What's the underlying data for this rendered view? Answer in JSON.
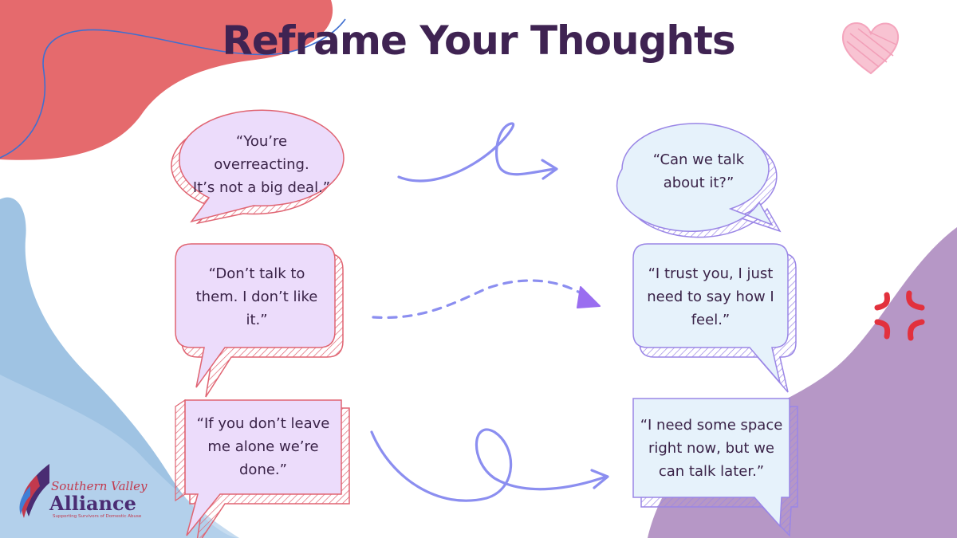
{
  "title": "Reframe Your Thoughts",
  "colors": {
    "title": "#3f2352",
    "coral": "#e56a6d",
    "blue_wave": "#9fc3e3",
    "purple_wave": "#b697c6",
    "left_bubble_fill": "#ecdcfb",
    "left_bubble_stroke": "#e06472",
    "right_bubble_fill": "#e6f2fb",
    "right_bubble_stroke": "#9a86e6",
    "arrow": "#8b8ef0"
  },
  "rows": [
    {
      "negative": "“You’re\noverreacting.\nIt’s not a big deal.”",
      "positive": "“Can we talk\nabout it?”"
    },
    {
      "negative": "“Don’t talk to\nthem. I don’t like\nit.”",
      "positive": "“I trust you, I just\nneed to say how I\nfeel.”"
    },
    {
      "negative": "“If you don’t leave\nme alone we’re\ndone.”",
      "positive": "“I need some space\nright now, but we\ncan talk later.”"
    }
  ],
  "logo": {
    "script": "Southern Valley",
    "name": "Alliance",
    "tagline": "Supporting Survivors of Domestic Abuse"
  },
  "icons": [
    "heart-icon",
    "anger-symbol-icon",
    "butterfly-logo-icon"
  ]
}
